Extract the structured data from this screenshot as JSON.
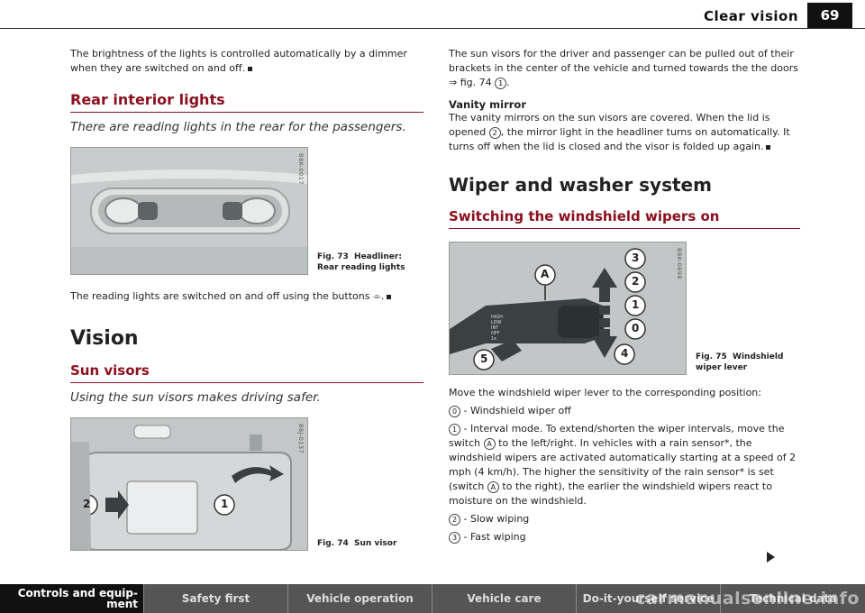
{
  "header": {
    "title": "Clear vision",
    "page_number": "69"
  },
  "left": {
    "para_dimmer": "The brightness of the lights is controlled automatically by a dimmer when they are switched on and off.",
    "rear_heading": "Rear interior lights",
    "rear_intro": "There are reading lights in the rear for the passengers.",
    "fig73": {
      "code": "B8K-0017",
      "caption_label": "Fig. 73",
      "caption_title": "Headliner:",
      "caption_title2": "Rear reading lights"
    },
    "para_reading": "The reading lights are switched on and off using the buttons",
    "button_glyph": "⌯",
    "vision_heading": "Vision",
    "sun_heading": "Sun visors",
    "sun_intro": "Using the sun visors makes driving safer.",
    "fig74": {
      "code": "B8J-0137",
      "caption_label": "Fig. 74",
      "caption_title": "Sun visor",
      "callout_1": "1",
      "callout_2": "2"
    }
  },
  "right": {
    "para_visors_a": "The sun visors for the driver and passenger can be pulled out of their brackets in the center of the vehicle and turned towards the the doors",
    "para_visors_ref": "⇒ fig. 74",
    "para_visors_ref_num": "1",
    "vanity_heading": "Vanity mirror",
    "para_vanity_a": "The vanity mirrors on the sun visors are covered. When the lid is opened",
    "para_vanity_num": "2",
    "para_vanity_b": ", the mirror light in the headliner turns on automatically. It turns off when the lid is closed and the visor is folded up again.",
    "wiper_heading": "Wiper and washer system",
    "switching_heading": "Switching the windshield wipers on",
    "fig75": {
      "code": "B8K-0698",
      "caption_label": "Fig. 75",
      "caption_title": "Windshield",
      "caption_title2": "wiper lever",
      "callout_A": "A",
      "callout_0": "0",
      "callout_1": "1",
      "callout_2": "2",
      "callout_3": "3",
      "callout_4": "4",
      "callout_5": "5",
      "lever_labels": [
        "HIGH",
        "LOW",
        "INT",
        "OFF",
        "1x"
      ]
    },
    "move_lever": "Move the windshield wiper lever to the corresponding position:",
    "items": [
      {
        "num": "0",
        "text": "- Windshield wiper off"
      },
      {
        "num": "1",
        "text": "- Interval mode. To extend/shorten the wiper intervals, move the switch",
        "num2": "A",
        "text2": "to the left/right. In vehicles with a rain sensor*, the windshield wipers are activated automatically starting at a speed of 2 mph (4 km/h). The higher the sensitivity of the rain sensor* is set (switch",
        "num3": "A",
        "text3": "to the right), the earlier the windshield wipers react to moisture on the windshield."
      },
      {
        "num": "2",
        "text": "- Slow wiping"
      },
      {
        "num": "3",
        "text": "- Fast wiping"
      }
    ]
  },
  "footer": {
    "tabs": [
      "Controls and equip-\nment",
      "Safety first",
      "Vehicle operation",
      "Vehicle care",
      "Do-it-yourself service",
      "Technical data"
    ],
    "watermark": "carmanualsonline.info"
  }
}
